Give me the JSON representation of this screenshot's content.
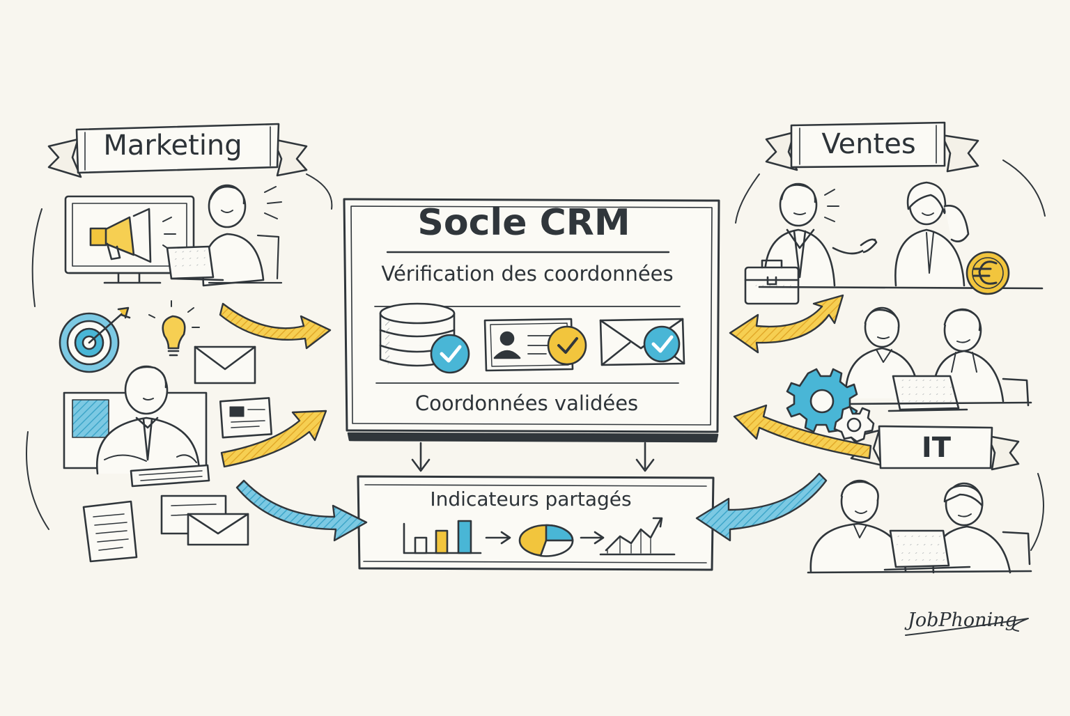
{
  "banners": {
    "marketing": "Marketing",
    "ventes": "Ventes",
    "it": "IT"
  },
  "crm": {
    "title": "Socle CRM",
    "subtitle": "Vérification des coordonnées",
    "validated": "Coordonnées validées"
  },
  "indicators": {
    "title": "Indicateurs partagés"
  },
  "brand": "JobPhoning",
  "icons": {
    "currency": "euro-coin-icon",
    "check": "check-badge-icon"
  },
  "colors": {
    "ink": "#30363b",
    "yellow": "#f2c53d",
    "blue": "#49b6d6",
    "paper": "#f8f6ef"
  }
}
